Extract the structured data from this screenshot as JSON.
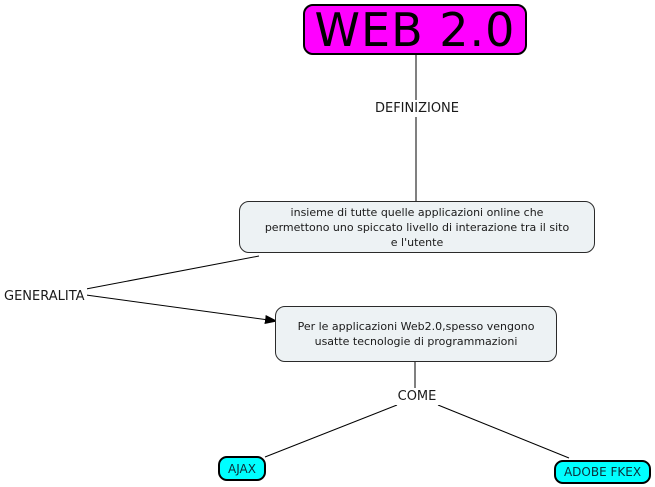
{
  "map": {
    "nodes": {
      "web20": {
        "label": "WEB 2.0",
        "bg": "#ff00ff"
      },
      "definition": {
        "text": "insieme di tutte quelle applicazioni online che\npermettono uno spiccato livello di interazione tra il sito\ne l'utente",
        "bg": "#edf2f4"
      },
      "technologies": {
        "text": "Per le applicazioni Web2.0,spesso vengono\nusatte tecnologie di programmazioni",
        "bg": "#edf2f4"
      },
      "ajax": {
        "label": "AJAX",
        "bg": "#00ffff"
      },
      "adobe_flex": {
        "label": "ADOBE FKEX",
        "bg": "#00ffff"
      }
    },
    "link_labels": {
      "definizione": "DEFINIZIONE",
      "generalita": "GENERALITA",
      "come": "COME"
    },
    "colors": {
      "line": "#000000",
      "node_border": "#000000",
      "background": "#ffffff"
    }
  }
}
